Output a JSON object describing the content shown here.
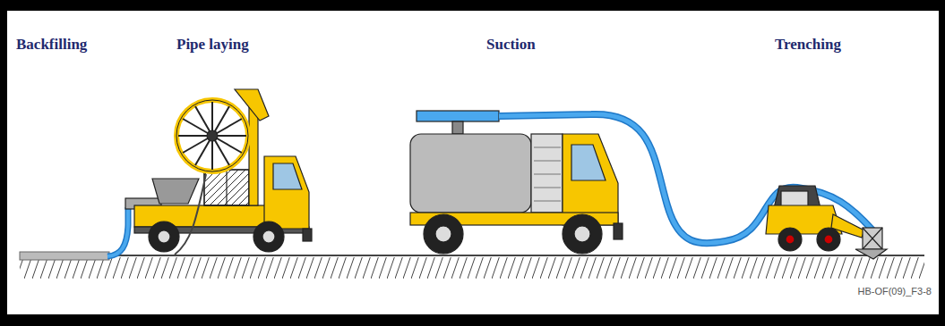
{
  "diagram": {
    "labels": [
      "Backfilling",
      "Pipe laying",
      "Suction",
      "Trenching",
      "HB-OF(09)_F3-8"
    ]
  }
}
